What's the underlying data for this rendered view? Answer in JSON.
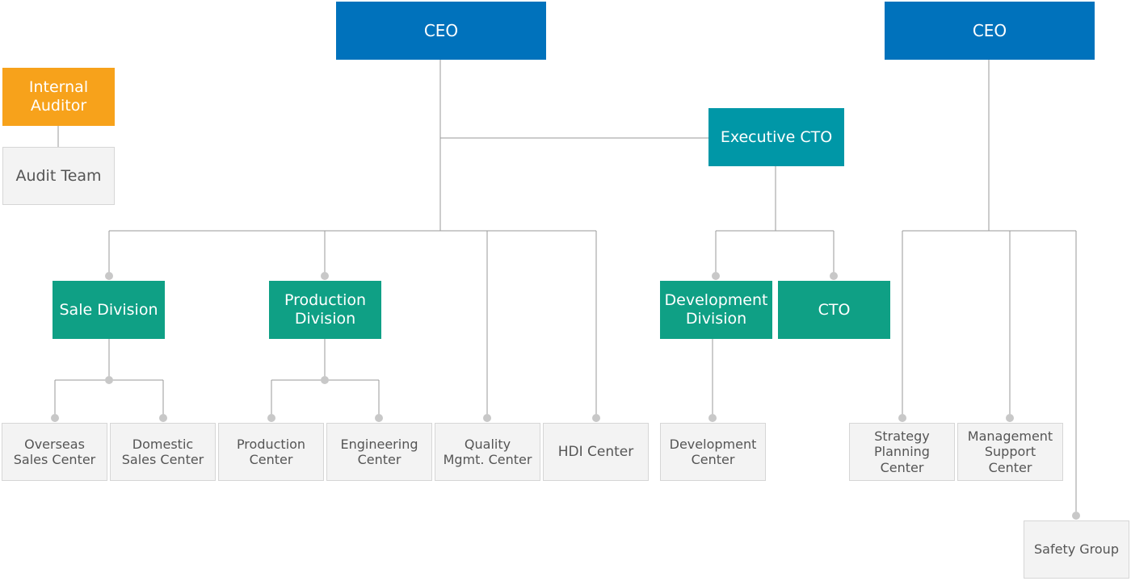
{
  "nodes": {
    "ceo_left": "CEO",
    "ceo_right": "CEO",
    "internal_auditor": "Internal Auditor",
    "audit_team": "Audit Team",
    "executive_cto": "Executive CTO",
    "sale_division": "Sale Division",
    "production_division": "Production Division",
    "development_division": "Development Division",
    "cto": "CTO",
    "overseas_sales_center": "Overseas Sales Center",
    "domestic_sales_center": "Domestic Sales Center",
    "production_center": "Production Center",
    "engineering_center": "Engineering Center",
    "quality_mgmt_center": "Quality Mgmt. Center",
    "hdi_center": "HDI Center",
    "development_center": "Development Center",
    "strategy_planning_center": "Strategy Planning Center",
    "management_support_center": "Management Support Center",
    "safety_group": "Safety Group"
  },
  "colors": {
    "ceo": "#0072bc",
    "executive": "#0097a7",
    "division": "#0fa085",
    "auditor": "#f7a21b",
    "unit": "#f3f3f3",
    "line": "#9a9a9a",
    "dot": "#c8c8c8"
  }
}
